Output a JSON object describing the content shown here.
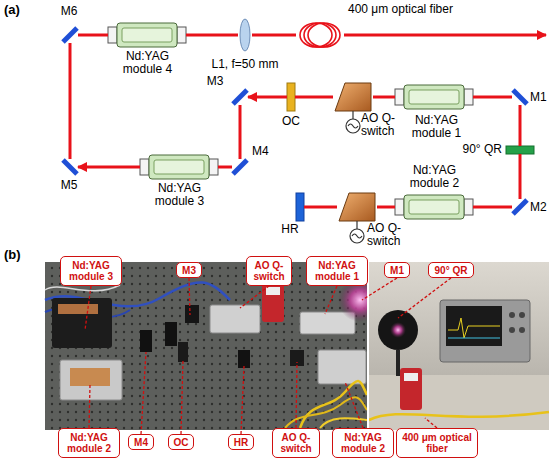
{
  "diagram": {
    "nodes": [
      {
        "text": [
          "M6"
        ]
      },
      {
        "text": [
          "Nd:YAG module 4"
        ]
      },
      {
        "text": [
          "L1, f=50 mm"
        ]
      },
      {
        "text": [
          "400 μm optical fiber"
        ]
      },
      {
        "text": [
          "M3"
        ]
      },
      {
        "text": [
          "OC"
        ]
      },
      {
        "text": [
          "AO Q-switch"
        ]
      },
      {
        "text": [
          "Nd:YAG module 1"
        ]
      },
      {
        "text": [
          "M1"
        ]
      },
      {
        "text": [
          "90° QR"
        ]
      },
      {
        "text": [
          "M4"
        ]
      },
      {
        "text": [
          "Nd:YAG module 3"
        ]
      },
      {
        "text": [
          "M5"
        ]
      },
      {
        "text": [
          "Nd:YAG module 2"
        ]
      },
      {
        "text": [
          "AO Q-switch"
        ]
      },
      {
        "text": [
          "HR"
        ]
      },
      {
        "text": [
          "M2"
        ]
      },
      {
        "text": [
          "Nd:YAG module 3"
        ]
      },
      {
        "text": [
          "M3"
        ]
      },
      {
        "text": [
          "AO Q-switch"
        ]
      },
      {
        "text": [
          "Nd:YAG module 1"
        ]
      },
      {
        "text": [
          "M1"
        ]
      },
      {
        "text": [
          "90° QR"
        ]
      },
      {
        "text": [
          "Nd:YAG module 2"
        ]
      },
      {
        "text": [
          "M4"
        ]
      },
      {
        "text": [
          "OC"
        ]
      },
      {
        "text": [
          "HR"
        ]
      },
      {
        "text": [
          "AO Q-switch"
        ]
      },
      {
        "text": [
          "Nd:YAG module 2"
        ]
      },
      {
        "text": [
          "400 μm optical fiber"
        ]
      }
    ],
    "edges": [
      {
        "from": 15,
        "to": 14,
        "arrow": "none"
      },
      {
        "from": 14,
        "to": 13,
        "arrow": "none"
      },
      {
        "from": 13,
        "to": 16,
        "arrow": "none"
      },
      {
        "from": 16,
        "to": 9,
        "arrow": "none"
      },
      {
        "from": 9,
        "to": 8,
        "arrow": "none"
      },
      {
        "from": 8,
        "to": 7,
        "arrow": "none"
      },
      {
        "from": 7,
        "to": 6,
        "arrow": "none"
      },
      {
        "from": 6,
        "to": 5,
        "arrow": "none"
      },
      {
        "from": 5,
        "to": 4,
        "arrow": "to"
      },
      {
        "from": 4,
        "to": 10,
        "arrow": "none"
      },
      {
        "from": 10,
        "to": 11,
        "arrow": "none"
      },
      {
        "from": 11,
        "to": 12,
        "arrow": "to"
      },
      {
        "from": 12,
        "to": 0,
        "arrow": "none"
      },
      {
        "from": 0,
        "to": 1,
        "arrow": "none"
      },
      {
        "from": 1,
        "to": 2,
        "arrow": "none"
      },
      {
        "from": 2,
        "to": 3,
        "arrow": "none"
      }
    ],
    "labels": [
      "(a)",
      "(b)"
    ]
  }
}
